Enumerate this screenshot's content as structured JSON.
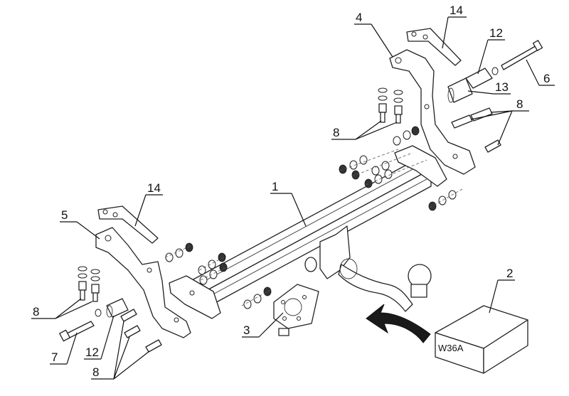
{
  "callouts": [
    {
      "id": "c1",
      "text": "1"
    },
    {
      "id": "c2",
      "text": "2"
    },
    {
      "id": "c3",
      "text": "3"
    },
    {
      "id": "c4",
      "text": "4"
    },
    {
      "id": "c5",
      "text": "5"
    },
    {
      "id": "c6",
      "text": "6"
    },
    {
      "id": "c7",
      "text": "7"
    },
    {
      "id": "c8a",
      "text": "8"
    },
    {
      "id": "c8b",
      "text": "8"
    },
    {
      "id": "c8c",
      "text": "8"
    },
    {
      "id": "c8d",
      "text": "8"
    },
    {
      "id": "c12a",
      "text": "12"
    },
    {
      "id": "c12b",
      "text": "12"
    },
    {
      "id": "c13",
      "text": "13"
    },
    {
      "id": "c14a",
      "text": "14"
    },
    {
      "id": "c14b",
      "text": "14"
    }
  ],
  "kit_box_label": "W36A"
}
